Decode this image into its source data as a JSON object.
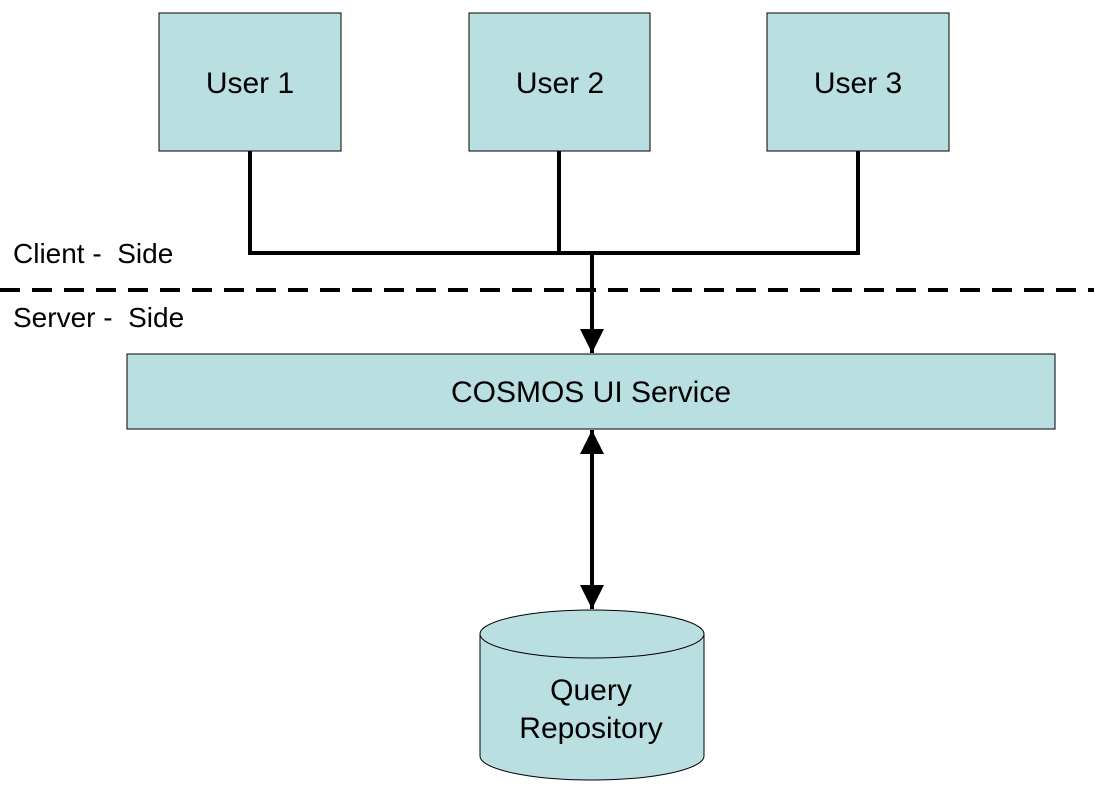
{
  "users": [
    {
      "label": "User 1"
    },
    {
      "label": "User 2"
    },
    {
      "label": "User 3"
    }
  ],
  "zones": {
    "client_label": "Client -  Side",
    "server_label": "Server -  Side"
  },
  "service": {
    "label": "COSMOS UI Service"
  },
  "repository": {
    "line1": "Query",
    "line2": "Repository"
  },
  "colors": {
    "box_fill": "#b9dfe1",
    "stroke": "#000000"
  }
}
